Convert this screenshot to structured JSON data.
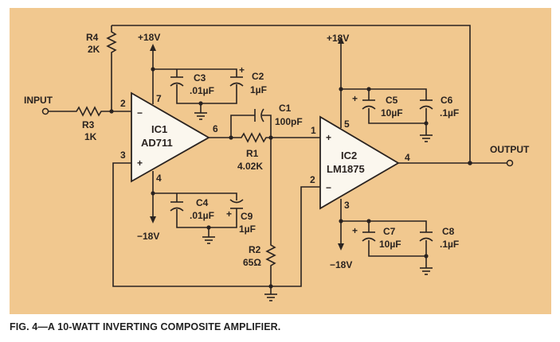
{
  "diagram": {
    "input_label": "INPUT",
    "output_label": "OUTPUT",
    "ic1": {
      "name": "IC1",
      "part": "AD711",
      "pins": {
        "inv": "2",
        "noninv": "3",
        "out": "6",
        "vpos": "7",
        "vneg": "4"
      },
      "minus": "−",
      "plus": "+"
    },
    "ic2": {
      "name": "IC2",
      "part": "LM1875",
      "pins": {
        "noninv": "1",
        "inv": "2",
        "out": "4",
        "vpos": "5",
        "vneg": "3"
      },
      "minus": "−",
      "plus": "+"
    },
    "supplies": {
      "pos1": "+18V",
      "neg1": "−18V",
      "pos2": "+18V",
      "neg2": "−18V"
    },
    "components": {
      "R1": {
        "name": "R1",
        "value": "4.02K"
      },
      "R2": {
        "name": "R2",
        "value": "65Ω"
      },
      "R3": {
        "name": "R3",
        "value": "1K"
      },
      "R4": {
        "name": "R4",
        "value": "2K"
      },
      "C1": {
        "name": "C1",
        "value": "100pF"
      },
      "C2": {
        "name": "C2",
        "value": "1µF"
      },
      "C3": {
        "name": "C3",
        "value": ".01µF"
      },
      "C4": {
        "name": "C4",
        "value": ".01µF"
      },
      "C5": {
        "name": "C5",
        "value": "10µF"
      },
      "C6": {
        "name": "C6",
        "value": ".1µF"
      },
      "C7": {
        "name": "C7",
        "value": "10µF"
      },
      "C8": {
        "name": "C8",
        "value": ".1µF"
      },
      "C9": {
        "name": "C9",
        "value": "1µF"
      }
    },
    "polarity_mark": "+"
  },
  "caption": "FIG. 4—A 10-WATT INVERTING COMPOSITE AMPLIFIER."
}
